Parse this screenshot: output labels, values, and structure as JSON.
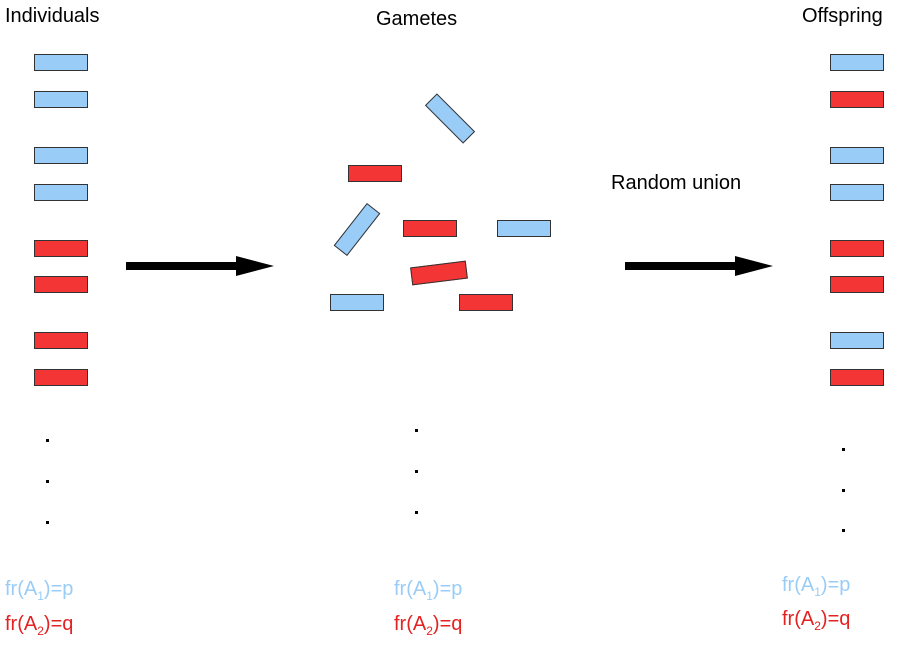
{
  "headers": {
    "individuals": "Individuals",
    "gametes": "Gametes",
    "offspring": "Offspring"
  },
  "arrow_label": "Random union",
  "colors": {
    "allele_a1": "#99ccf7",
    "allele_a2": "#f43535",
    "label_a1": "#99ccf7",
    "label_a2": "#e32222"
  },
  "frequencies": {
    "a1": {
      "prefix": "fr(A",
      "sub": "1",
      "suffix": ")=p"
    },
    "a2": {
      "prefix": "fr(A",
      "sub": "2",
      "suffix": ")=q"
    }
  },
  "individuals": [
    "A1",
    "A1",
    "A1",
    "A1",
    "A2",
    "A2",
    "A2",
    "A2"
  ],
  "gametes": [
    "A1",
    "A2",
    "A1",
    "A2",
    "A1",
    "A2",
    "A1",
    "A2"
  ],
  "offspring": [
    "A1",
    "A2",
    "A1",
    "A1",
    "A2",
    "A2",
    "A1",
    "A2"
  ]
}
